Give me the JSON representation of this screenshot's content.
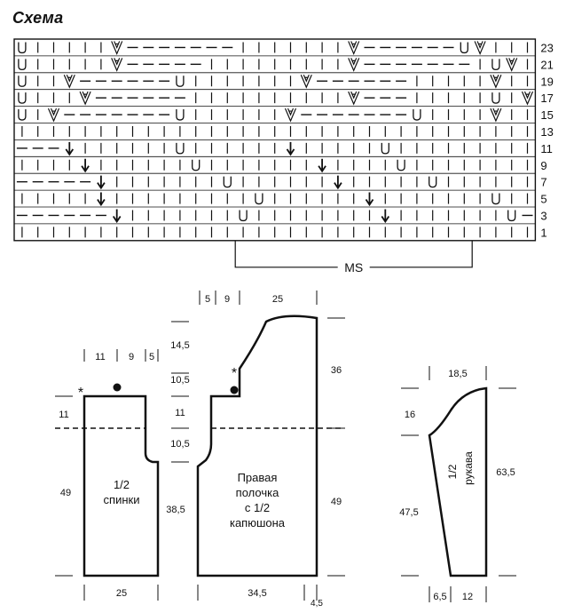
{
  "title": "Схема",
  "chart": {
    "rows": [
      "U|||||V———————|||||||V——————UV",
      "U|||||V—————|||||||||V———————|UV",
      "U||V——————U|||||||V——————|||||V",
      "U|||V——————||||||||||V———|||||U|V",
      "U|V———————U||||||V———————U||||V",
      "|||||||||||||||||||||||||||||||||",
      "———↓||||||U||||||↓|||||U|||||||||",
      "||||↓||||||U|||||||↓||||U|||||||||",
      "—————↓|||||||U||||||↓|||||U|||||||",
      "|||||↓|||||||||U||||||↓|||||||U|||",
      "——————↓|||||||U||||||||↓|||||||U——",
      "|||||||||||||||||||||||||||||||||"
    ],
    "row_numbers": [
      "23",
      "21",
      "19",
      "17",
      "15",
      "13",
      "11",
      "9",
      "7",
      "5",
      "3",
      "1"
    ],
    "repeat_label": "MS"
  },
  "patterns": {
    "back": {
      "label_line1": "1/2",
      "label_line2": "спинки",
      "top_widths": [
        "11",
        "9",
        "5"
      ],
      "left_dims": [
        "11",
        "49"
      ],
      "right_dims": [
        "14,5",
        "10,5",
        "11",
        "10,5",
        "38,5"
      ],
      "bottom": "25",
      "star": "*"
    },
    "front": {
      "label_lines": [
        "Правая",
        "полочка",
        "с 1/2",
        "капюшона"
      ],
      "top_widths": [
        "5",
        "9",
        "25"
      ],
      "right_dims": [
        "36",
        "49"
      ],
      "bottom": [
        "34,5",
        "4,5"
      ],
      "star": "*"
    },
    "sleeve": {
      "label_line1": "1/2",
      "label_line2": "рукава",
      "top": "18,5",
      "left_dims": [
        "16",
        "47,5"
      ],
      "right_dim": "63,5",
      "bottom": [
        "6,5",
        "12"
      ]
    }
  }
}
